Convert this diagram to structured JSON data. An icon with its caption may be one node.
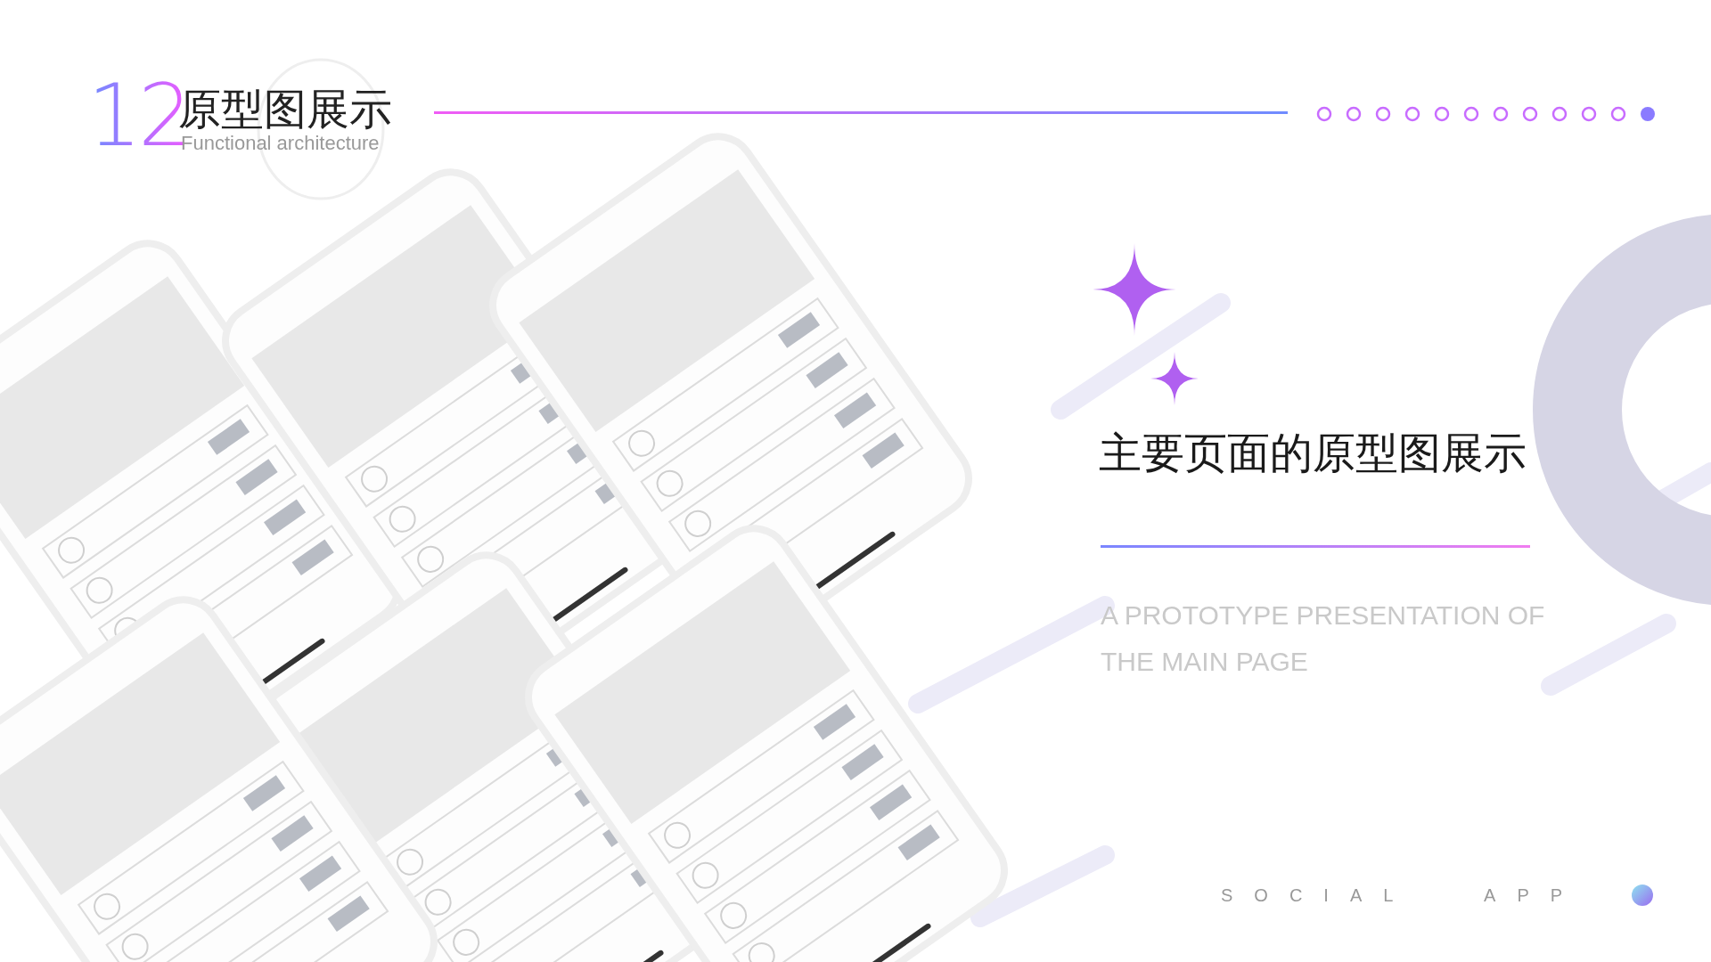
{
  "diagram": {
    "title": "原型图展示",
    "labels": [
      "12",
      "Functional architecture",
      "主要页面的原型图展示",
      "A PROTOTYPE PRESENTATION OF THE MAIN PAGE",
      "SOCIAL APP"
    ]
  }
}
